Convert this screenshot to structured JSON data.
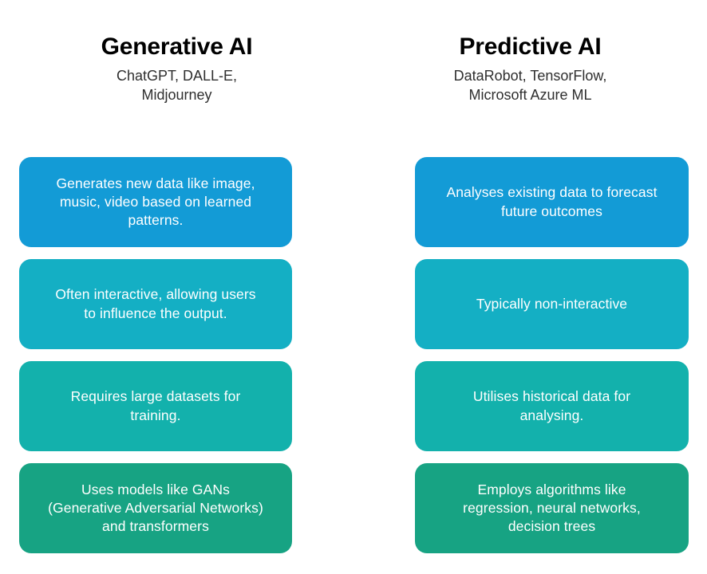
{
  "columns": [
    {
      "title": "Generative AI",
      "subtitle": "ChatGPT, DALL-E,\nMidjourney"
    },
    {
      "title": "Predictive AI",
      "subtitle": "DataRobot, TensorFlow,\nMicrosoft Azure ML"
    }
  ],
  "rows": [
    {
      "color": "#139BD6",
      "left": "Generates new data like image,\nmusic, video based on learned\npatterns.",
      "right": "Analyses existing data to forecast\nfuture outcomes"
    },
    {
      "color": "#14AFC4",
      "left": "Often interactive, allowing users\nto influence the output.",
      "right": "Typically non-interactive"
    },
    {
      "color": "#13B1AC",
      "left": "Requires large datasets for\ntraining.",
      "right": "Utilises historical data for\nanalysing."
    },
    {
      "color": "#17A383",
      "left": "Uses models like GANs\n(Generative Adversarial Networks)\nand transformers",
      "right": "Employs algorithms like\nregression, neural networks,\ndecision trees"
    }
  ],
  "theme": {
    "background": "#ffffff",
    "title_color": "#000000",
    "subtitle_color": "#2f2f2f",
    "card_text_color": "#ffffff"
  }
}
